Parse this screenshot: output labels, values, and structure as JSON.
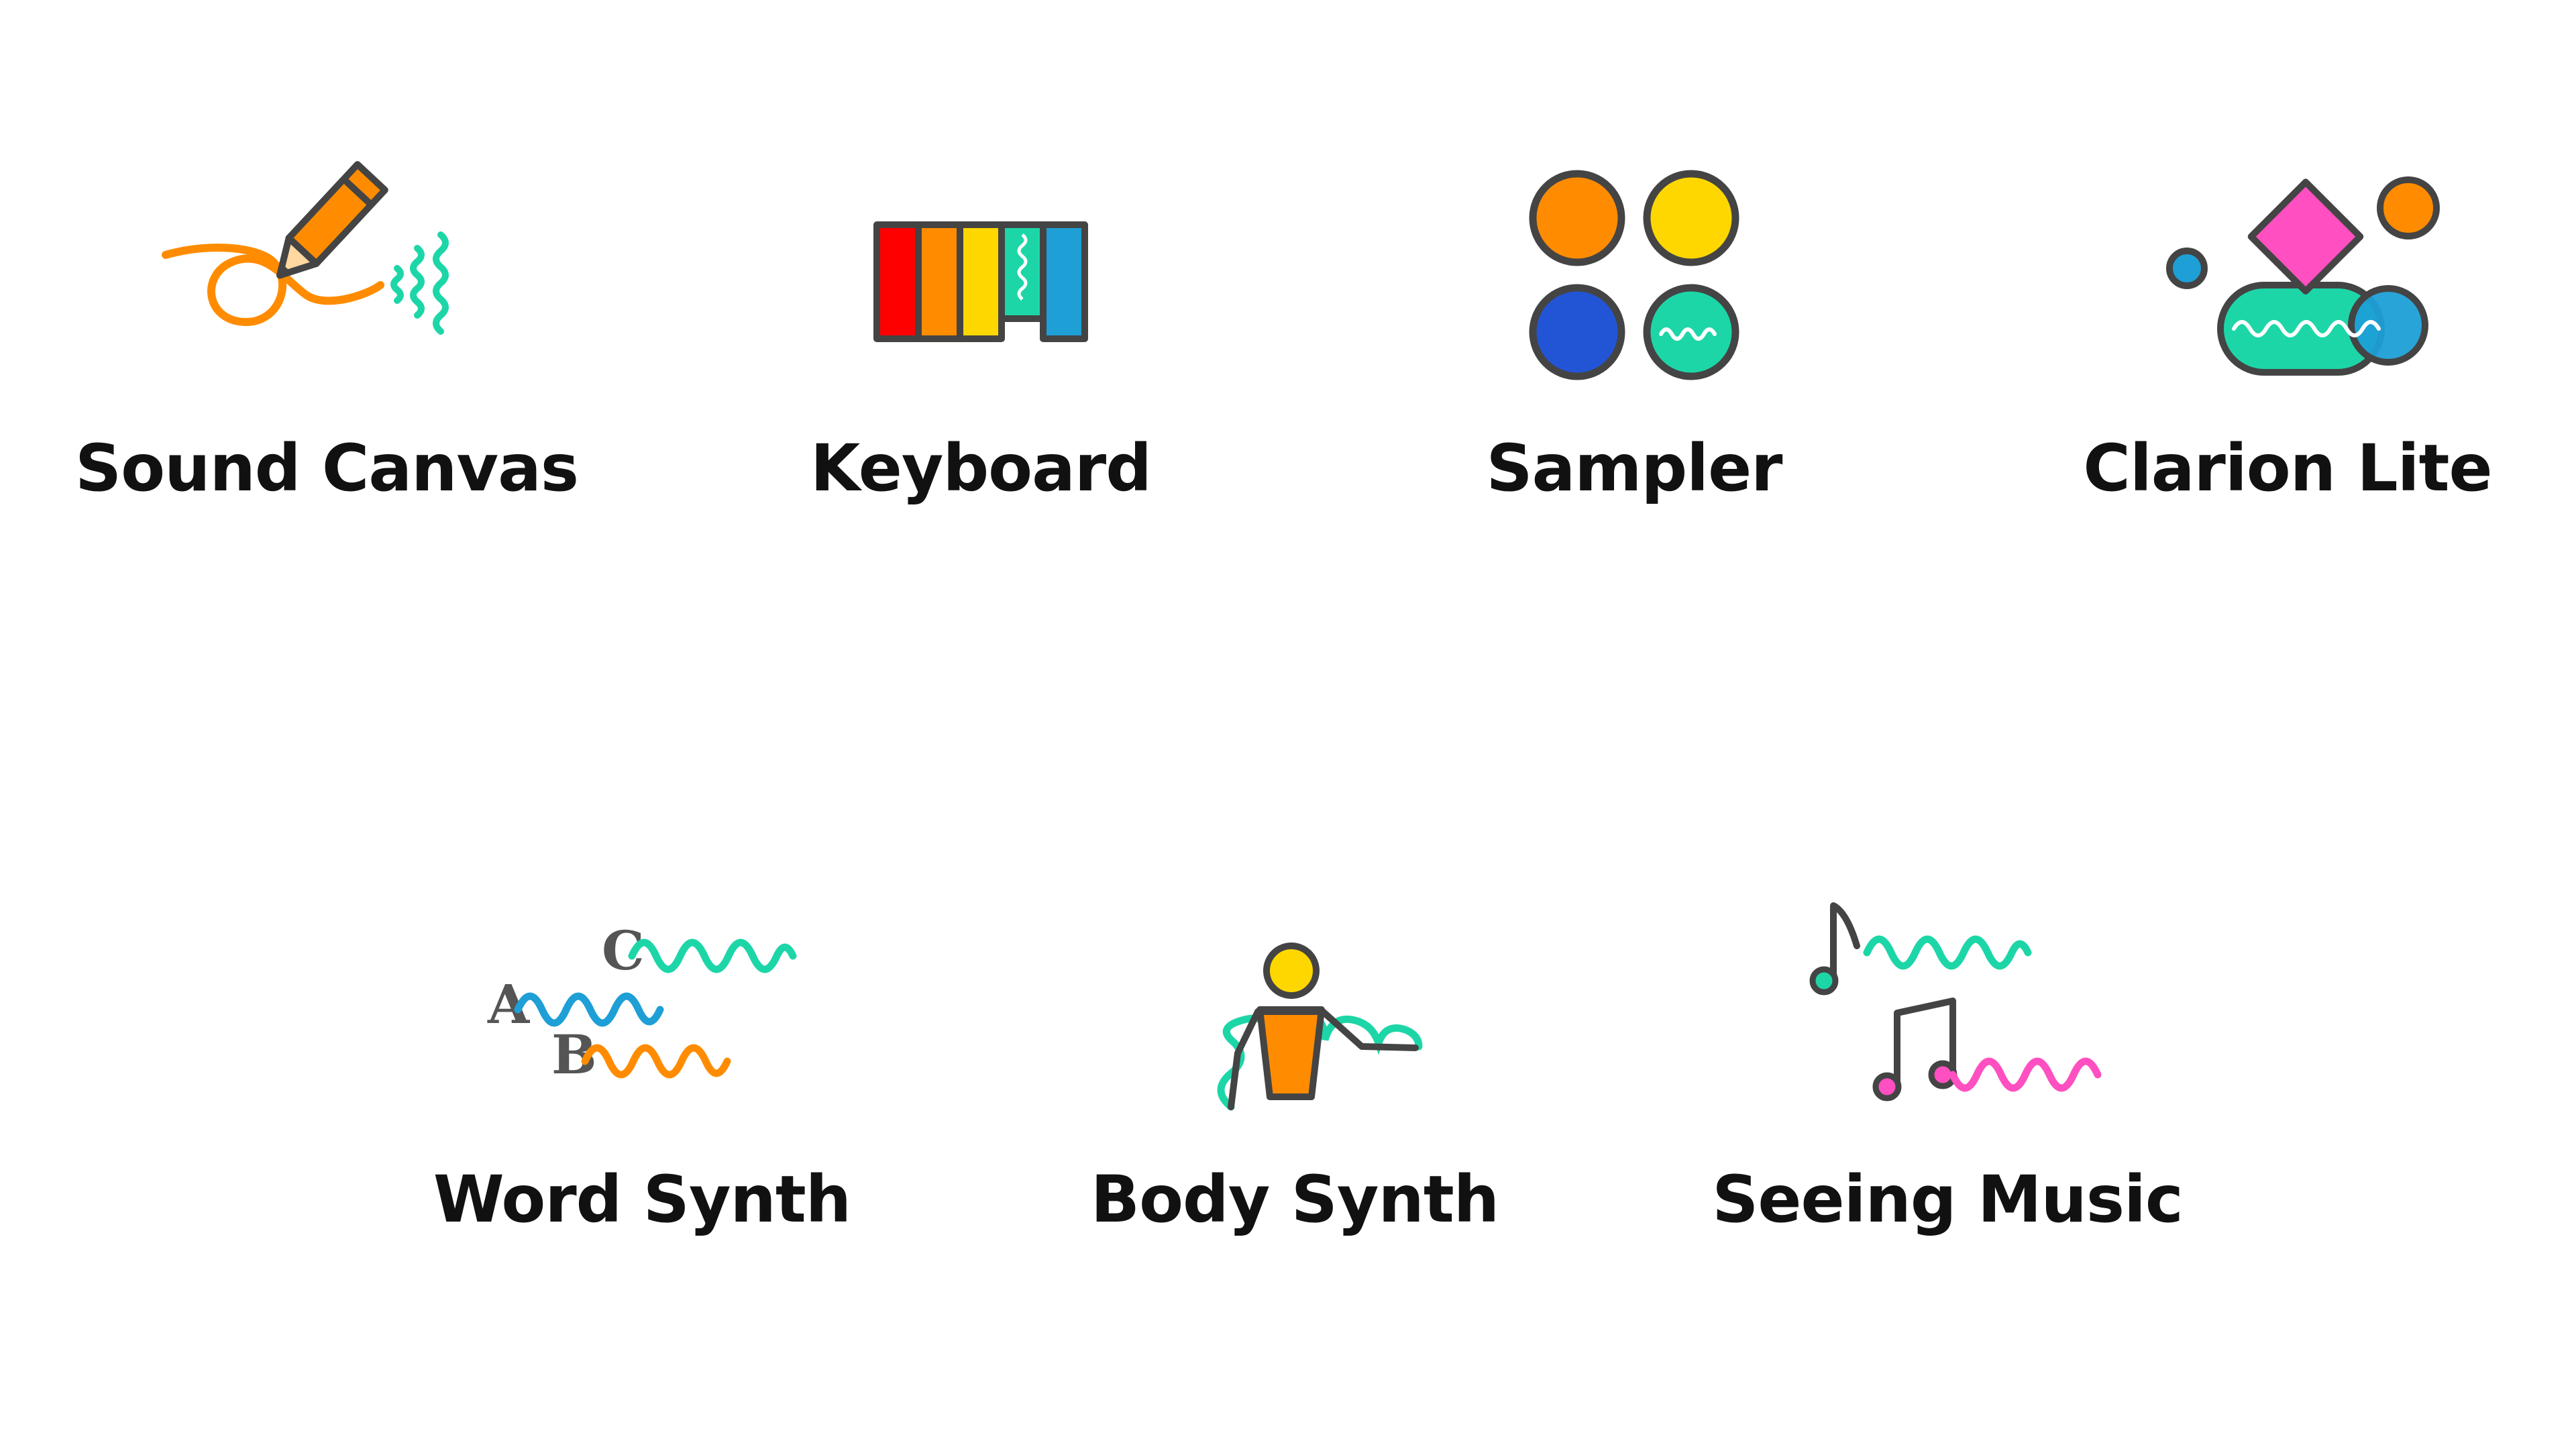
{
  "colors": {
    "outline": "#444444",
    "orange": "#FF8C00",
    "yellow": "#FFD700",
    "red": "#FF0000",
    "teal": "#1DD6A8",
    "blue": "#1E9FD6",
    "royal_blue": "#2255D6",
    "pink": "#FF4FC0",
    "text": "#111111"
  },
  "apps": [
    {
      "label": "Sound Canvas",
      "icon": "pencil-squiggle-icon"
    },
    {
      "label": "Keyboard",
      "icon": "color-keys-icon"
    },
    {
      "label": "Sampler",
      "icon": "four-circles-icon"
    },
    {
      "label": "Clarion Lite",
      "icon": "shapes-icon"
    },
    {
      "label": "Word Synth",
      "icon": "letters-waves-icon"
    },
    {
      "label": "Body Synth",
      "icon": "dancing-figure-icon"
    },
    {
      "label": "Seeing Music",
      "icon": "music-notes-icon"
    }
  ]
}
